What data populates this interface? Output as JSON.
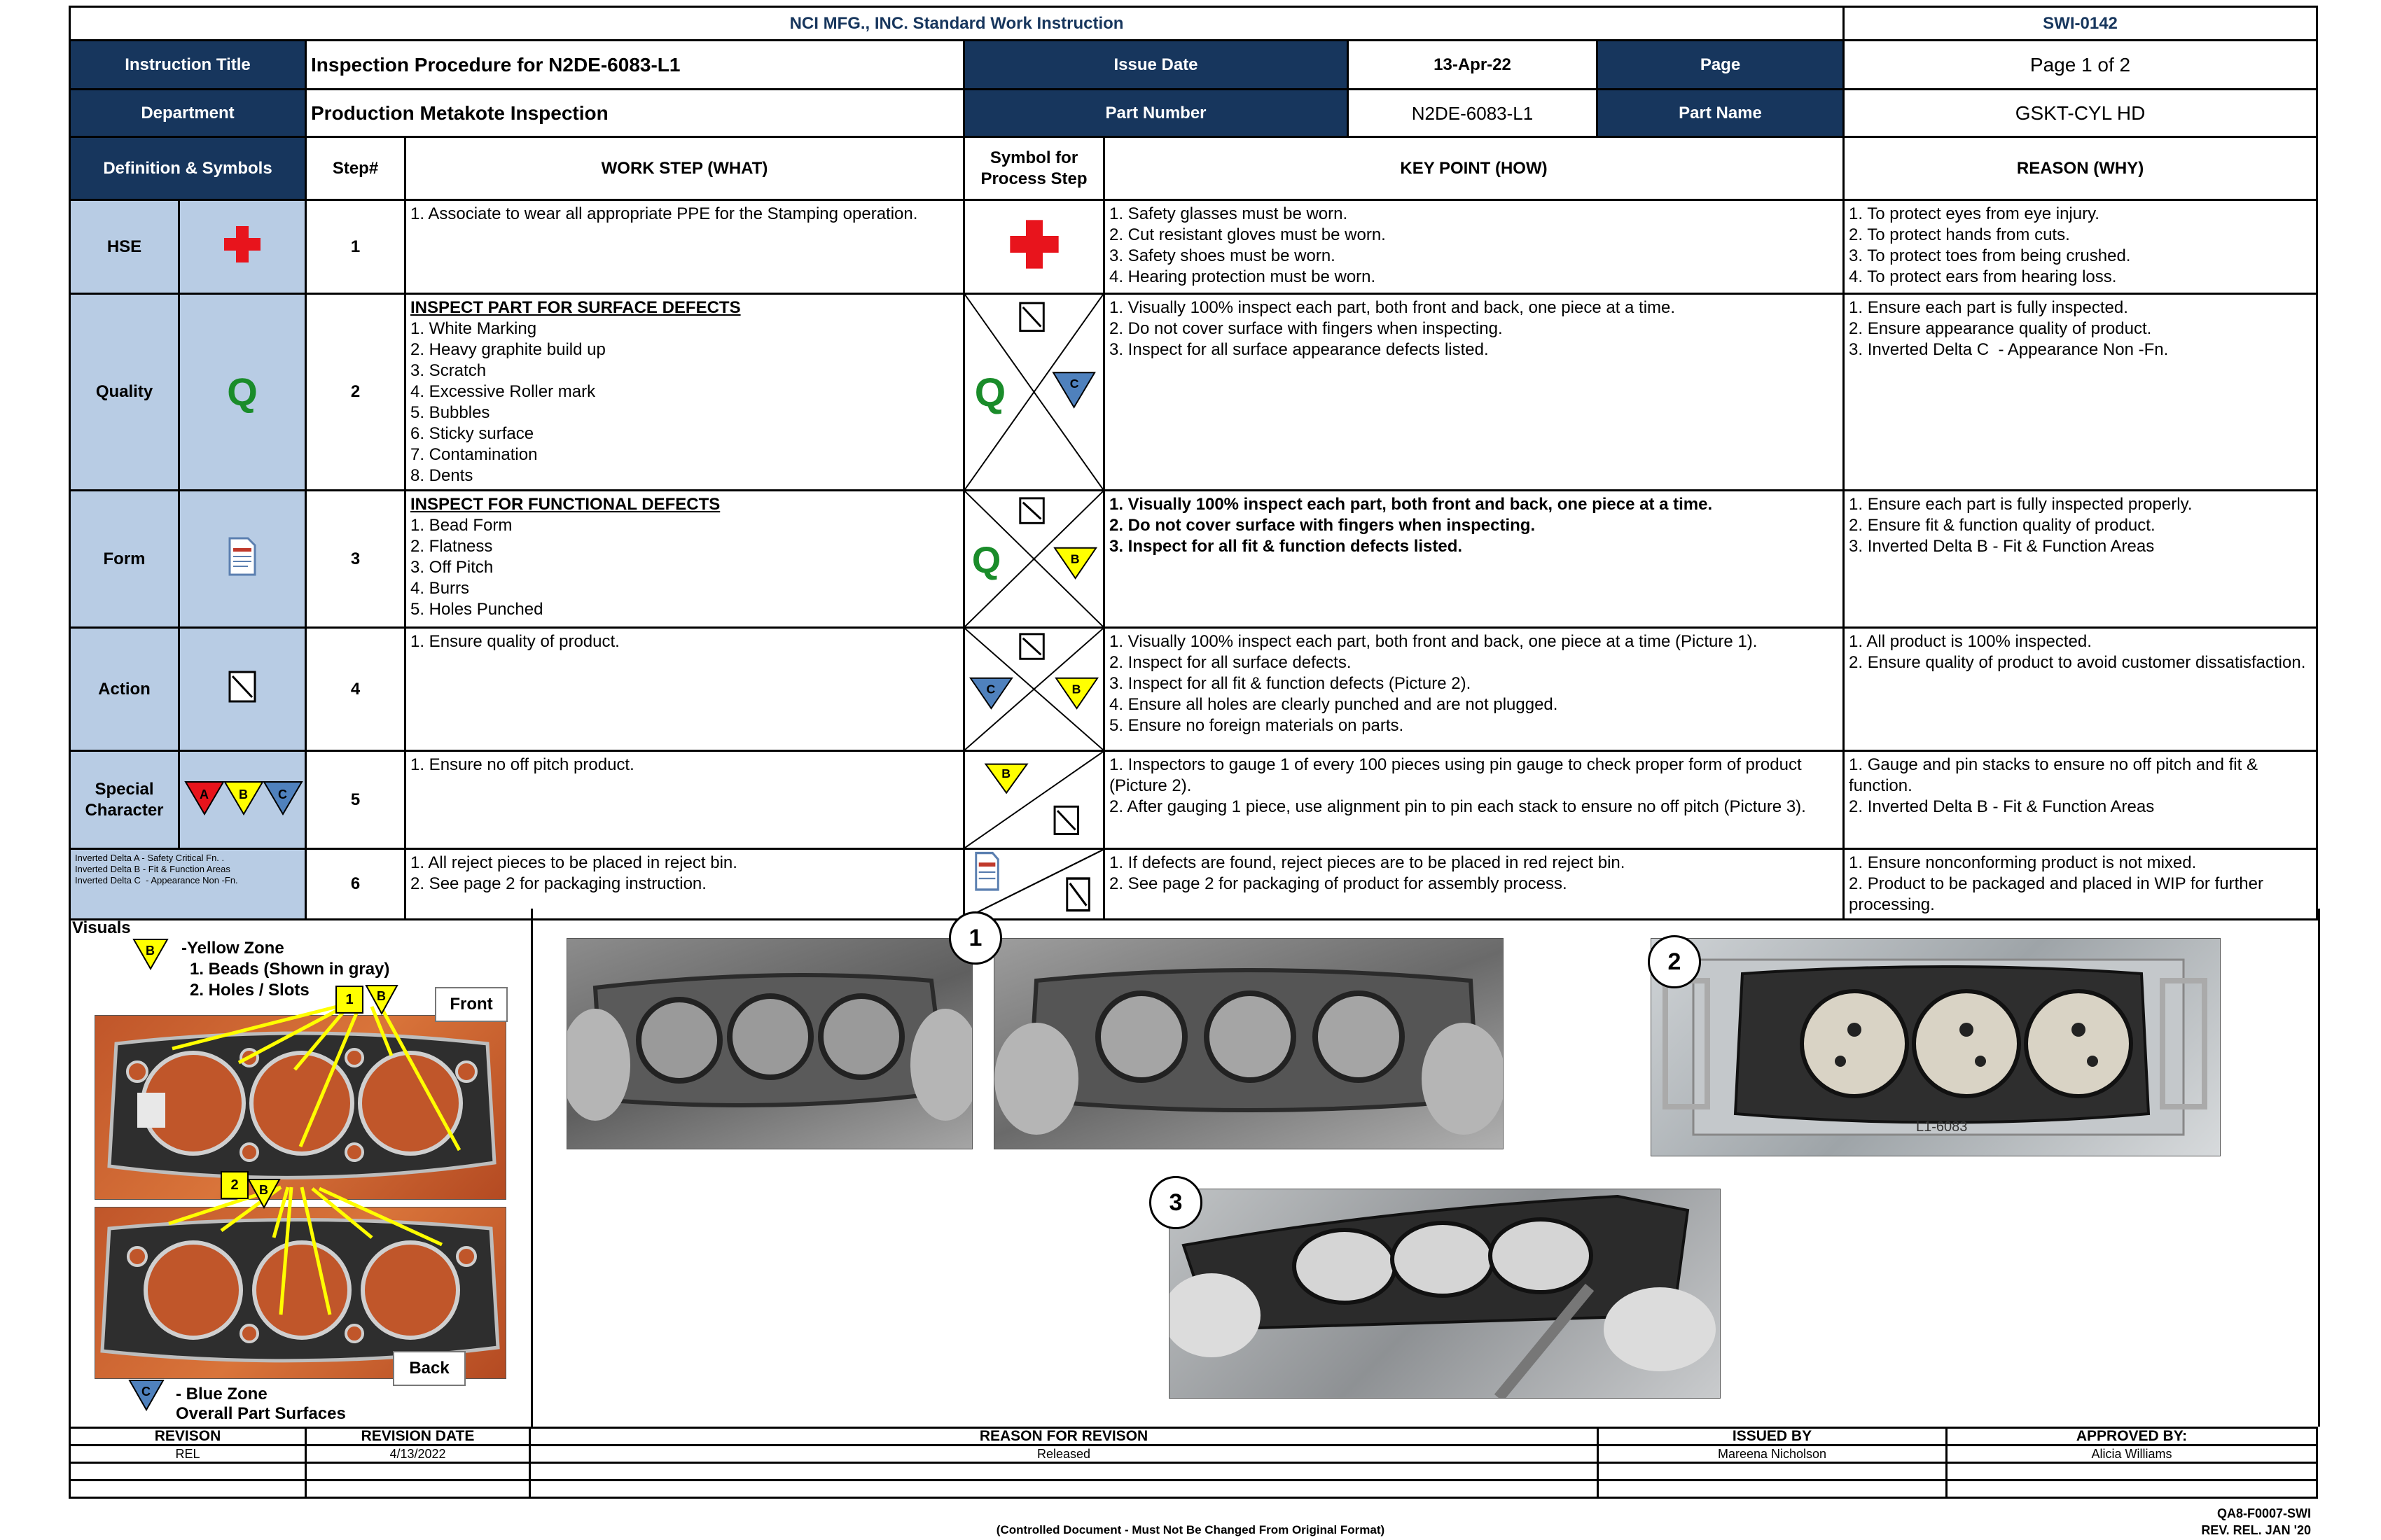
{
  "header": {
    "company_title": "NCI MFG., INC. Standard Work Instruction",
    "doc_number": "SWI-0142",
    "instruction_title_label": "Instruction Title",
    "instruction_title": "Inspection Procedure for N2DE-6083-L1",
    "issue_date_label": "Issue Date",
    "issue_date": "13-Apr-22",
    "page_label": "Page",
    "page_value": "Page 1 of 2",
    "department_label": "Department",
    "department": "Production Metakote Inspection",
    "part_number_label": "Part Number",
    "part_number": "N2DE-6083-L1",
    "part_name_label": "Part Name",
    "part_name": "GSKT-CYL HD"
  },
  "columns": {
    "definitions": "Definition & Symbols",
    "step": "Step#",
    "work_step": "WORK STEP (WHAT)",
    "symbol": "Symbol for Process Step",
    "key_point": "KEY POINT (HOW)",
    "reason": "REASON (WHY)"
  },
  "definitions": {
    "hse": "HSE",
    "quality": "Quality",
    "quality_symbol": "Q",
    "form": "Form",
    "form_icon_text": "DOCS",
    "action": "Action",
    "special_character": "Special Character",
    "delta_a": "A",
    "delta_b": "B",
    "delta_c": "C",
    "legend": [
      "Inverted Delta A - Safety Critical Fn. .",
      "Inverted Delta B - Fit & Function Areas",
      "Inverted Delta C  - Appearance Non -Fn."
    ]
  },
  "steps": [
    {
      "num": "1",
      "what_heading": "",
      "what": [
        "1. Associate to wear all appropriate PPE for the Stamping operation."
      ],
      "how": [
        "1. Safety glasses must be worn.",
        "2. Cut resistant gloves must be worn.",
        "3. Safety shoes must be worn.",
        "4. Hearing protection must be worn."
      ],
      "why": [
        "1. To protect eyes from eye injury.",
        "2. To protect hands from cuts.",
        "3. To protect toes from being crushed.",
        "4. To protect ears from hearing loss."
      ]
    },
    {
      "num": "2",
      "what_heading": "INSPECT PART FOR SURFACE DEFECTS",
      "what": [
        "1. White Marking",
        "2. Heavy graphite build up",
        "3. Scratch",
        "4. Excessive Roller mark",
        "5. Bubbles",
        "6. Sticky surface",
        "7. Contamination",
        "8. Dents"
      ],
      "how": [
        "1. Visually 100% inspect each part, both front and back, one piece at a time.",
        "2. Do not cover surface with fingers when inspecting.",
        "3. Inspect for all surface appearance defects listed."
      ],
      "why": [
        "1. Ensure each part is fully inspected.",
        "2. Ensure appearance quality of product.",
        "3. Inverted Delta C  - Appearance Non -Fn."
      ]
    },
    {
      "num": "3",
      "what_heading": "INSPECT FOR FUNCTIONAL DEFECTS",
      "what": [
        "1. Bead Form",
        "2. Flatness",
        "3. Off Pitch",
        "4. Burrs",
        "5. Holes Punched"
      ],
      "how": [
        "1. Visually 100% inspect each part, both front and back, one piece at a time.",
        "2. Do not cover surface with fingers when inspecting.",
        "3. Inspect for all fit & function defects listed."
      ],
      "why": [
        "1. Ensure each part is fully inspected properly.",
        "2. Ensure fit & function quality of product.",
        "3. Inverted Delta B - Fit & Function Areas"
      ]
    },
    {
      "num": "4",
      "what_heading": "",
      "what": [
        "1. Ensure quality of product."
      ],
      "how": [
        "1. Visually 100% inspect each part, both front and back, one piece at a time (Picture 1).",
        "2. Inspect for all surface defects.",
        "3. Inspect for all fit & function defects (Picture 2).",
        "4. Ensure all holes are clearly punched and are not plugged.",
        "5. Ensure no foreign materials on parts."
      ],
      "why": [
        "1. All product is 100% inspected.",
        "2. Ensure quality of product to avoid customer dissatisfaction."
      ]
    },
    {
      "num": "5",
      "what_heading": "",
      "what": [
        "1. Ensure no off pitch product."
      ],
      "how": [
        "1. Inspectors to gauge 1 of every 100 pieces using pin gauge to check proper form of product (Picture 2).",
        "2. After gauging 1 piece, use alignment pin to pin each stack to ensure no off pitch (Picture 3)."
      ],
      "why": [
        "1. Gauge and pin stacks to ensure no off pitch and fit & function.",
        "2. Inverted Delta B - Fit & Function Areas"
      ]
    },
    {
      "num": "6",
      "what_heading": "",
      "what": [
        "1. All reject pieces to be placed in reject bin.",
        "2. See page 2 for packaging instruction."
      ],
      "how": [
        "1. If defects are found, reject pieces are to be placed in red reject bin.",
        "2. See page 2 for packaging of product for assembly process."
      ],
      "why": [
        "1. Ensure nonconforming product is not mixed.",
        "2. Product to be packaged and placed in WIP for further processing."
      ]
    }
  ],
  "visuals": {
    "title": "Visuals",
    "yellow_zone": "-Yellow Zone",
    "yellow_1": "1. Beads (Shown in gray)",
    "yellow_2": "2. Holes / Slots",
    "front": "Front",
    "back": "Back",
    "blue_zone": "- Blue Zone",
    "blue_desc": "Overall Part Surfaces",
    "marker_1": "1",
    "marker_2": "2",
    "picture_1": "1",
    "picture_2": "2",
    "picture_3": "3",
    "photo2_label": "L1-6083"
  },
  "revisions": {
    "headers": [
      "REVISON",
      "REVISION DATE",
      "REASON FOR REVISON",
      "ISSUED BY",
      "APPROVED BY:"
    ],
    "rows": [
      [
        "REL",
        "4/13/2022",
        "Released",
        "Mareena Nicholson",
        "Alicia Williams"
      ]
    ]
  },
  "footer": {
    "controlled": "(Controlled Document - Must Not Be Changed From Original Format)",
    "form_number": "QA8-F0007-SWI",
    "rev": "REV. REL. JAN '20"
  },
  "colors": {
    "navy": "#17365d",
    "light_blue": "#b8cce4",
    "red_cross": "#e8141c",
    "quality_green": "#1a8c2a",
    "delta_red": "#e8141c",
    "delta_yellow": "#ffff00",
    "delta_blue": "#4f81bd"
  }
}
